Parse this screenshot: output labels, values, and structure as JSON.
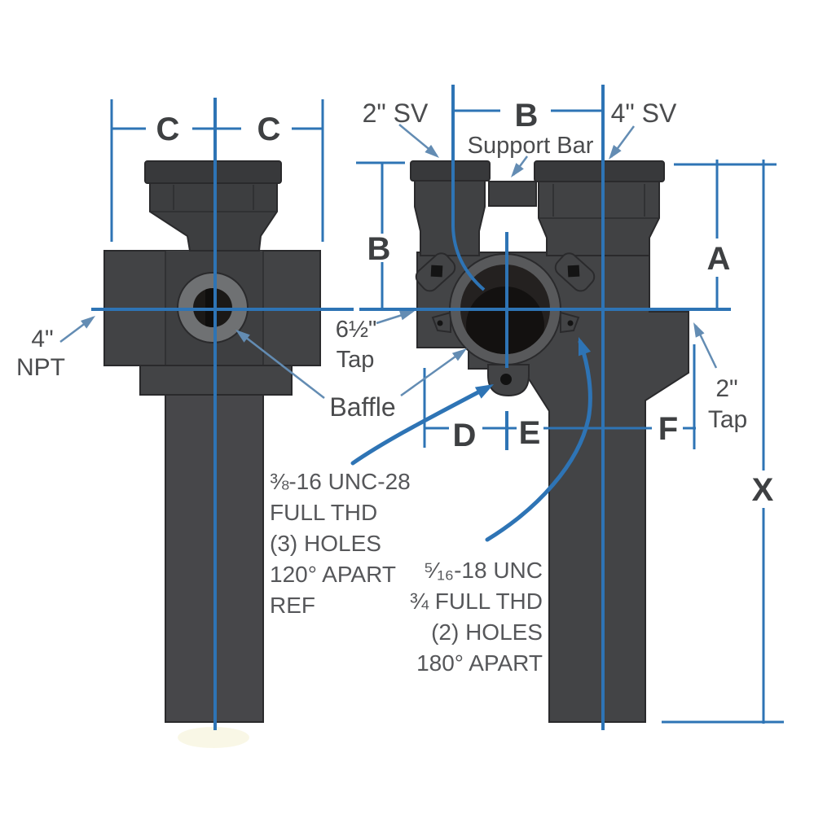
{
  "dims": {
    "c_left": "C",
    "c_right": "C",
    "b_top": "B",
    "b_left": "B",
    "a": "A",
    "d": "D",
    "e": "E",
    "f": "F",
    "x": "X"
  },
  "labels": {
    "sv2": "2\" SV",
    "sv4": "4\" SV",
    "support_bar": "Support Bar",
    "npt4_size": "4\"",
    "npt4_type": "NPT",
    "tap65_size": "6½\"",
    "tap65_type": "Tap",
    "tap2_size": "2\"",
    "tap2_type": "Tap",
    "baffle": "Baffle"
  },
  "notes": {
    "left_thread": [
      "⅜-16 UNC-28",
      "FULL THD",
      "(3) HOLES",
      "120° APART",
      "REF"
    ],
    "right_thread": [
      "⁵⁄₁₆-18 UNC",
      "¾ FULL THD",
      "(2) HOLES",
      "180° APART"
    ]
  },
  "colors": {
    "line_blue": "#2e74b5",
    "leader_blue": "#638cb3",
    "part_gray": "#434446",
    "part_outline": "#2a2a2c",
    "ring_gray": "#58595b",
    "port_ring_gray": "#6f7173",
    "opening_dark": "#1b1917",
    "text_gray": "#4b4c4e"
  }
}
